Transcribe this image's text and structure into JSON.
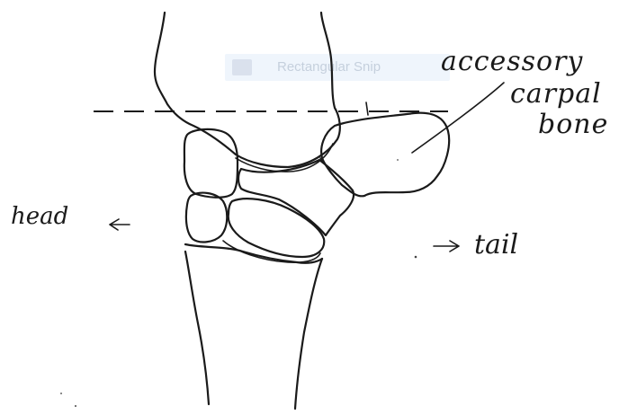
{
  "labels": {
    "accessory": "accessory",
    "carpal": "carpal",
    "bone": "bone",
    "head": "head",
    "head_arrow": "←",
    "tail": "tail",
    "tail_arrow": "→"
  },
  "watermark": {
    "text": "Rectangular Snip"
  },
  "colors": {
    "ink": "#1a1a1a",
    "background": "#ffffff"
  }
}
